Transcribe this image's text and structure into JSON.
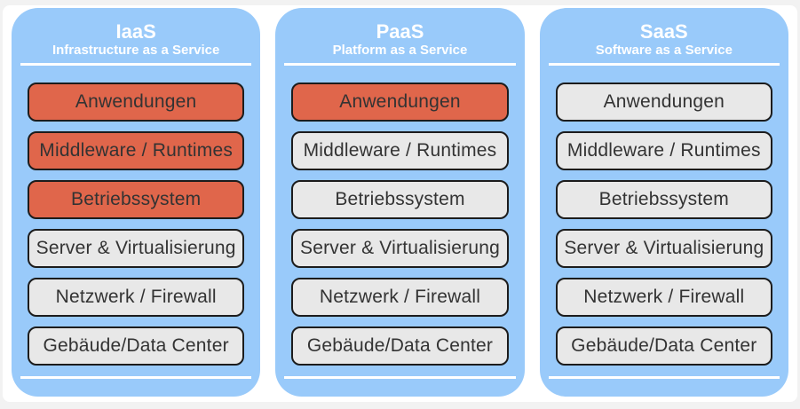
{
  "colors": {
    "column_bg": "#99CAFA",
    "box_orange": "#E0664B",
    "box_gray": "#E8E8E8",
    "box_border": "#1C1C1C",
    "box_text": "#333333",
    "header_text": "#FFFFFF",
    "divider": "#FFFFFF",
    "page_bg": "#F2F2F2",
    "card_bg": "#FFFFFF"
  },
  "columns": [
    {
      "id": "iaas",
      "title": "IaaS",
      "subtitle": "Infrastructure as a Service",
      "layers": [
        {
          "label": "Anwendungen",
          "highlighted": true
        },
        {
          "label": "Middleware / Runtimes",
          "highlighted": true
        },
        {
          "label": "Betriebssystem",
          "highlighted": true
        },
        {
          "label": "Server & Virtualisierung",
          "highlighted": false
        },
        {
          "label": "Netzwerk / Firewall",
          "highlighted": false
        },
        {
          "label": "Gebäude/Data Center",
          "highlighted": false
        }
      ]
    },
    {
      "id": "paas",
      "title": "PaaS",
      "subtitle": "Platform as a Service",
      "layers": [
        {
          "label": "Anwendungen",
          "highlighted": true
        },
        {
          "label": "Middleware / Runtimes",
          "highlighted": false
        },
        {
          "label": "Betriebssystem",
          "highlighted": false
        },
        {
          "label": "Server & Virtualisierung",
          "highlighted": false
        },
        {
          "label": "Netzwerk / Firewall",
          "highlighted": false
        },
        {
          "label": "Gebäude/Data Center",
          "highlighted": false
        }
      ]
    },
    {
      "id": "saas",
      "title": "SaaS",
      "subtitle": "Software as a Service",
      "layers": [
        {
          "label": "Anwendungen",
          "highlighted": false
        },
        {
          "label": "Middleware / Runtimes",
          "highlighted": false
        },
        {
          "label": "Betriebssystem",
          "highlighted": false
        },
        {
          "label": "Server & Virtualisierung",
          "highlighted": false
        },
        {
          "label": "Netzwerk / Firewall",
          "highlighted": false
        },
        {
          "label": "Gebäude/Data Center",
          "highlighted": false
        }
      ]
    }
  ]
}
